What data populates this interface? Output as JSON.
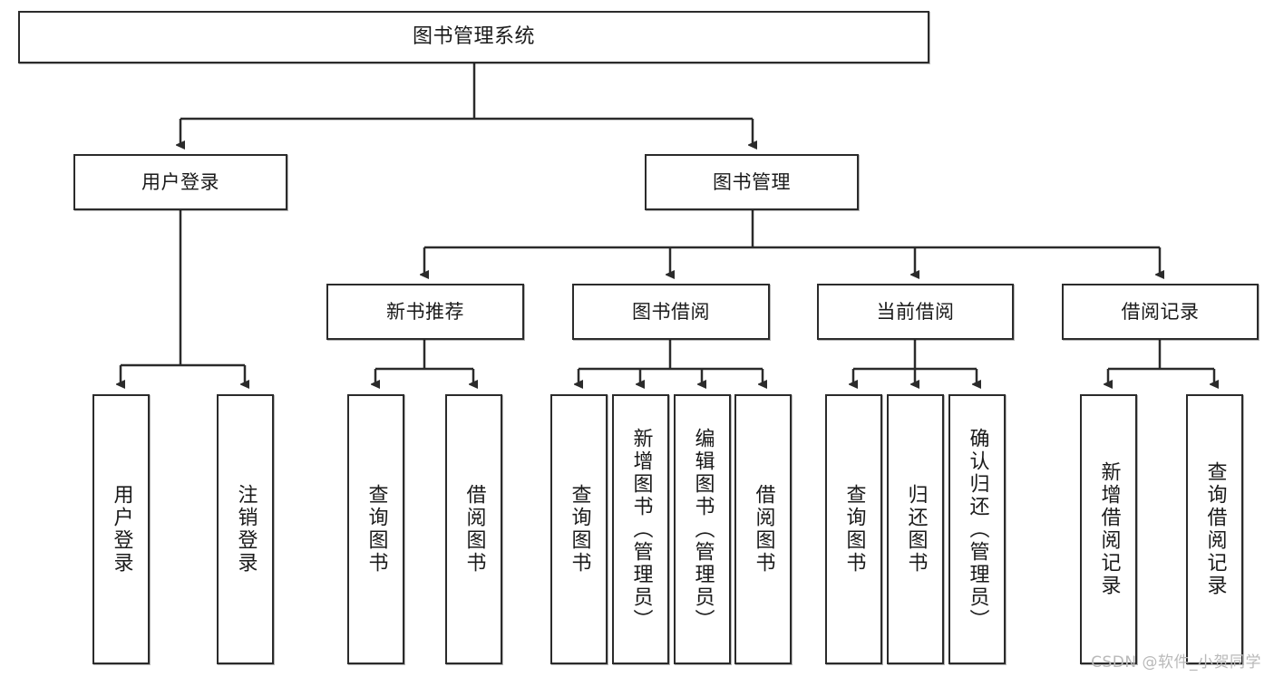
{
  "diagram": {
    "title": "图书管理系统",
    "type": "tree-hierarchy",
    "nodes": {
      "root": {
        "label": "图书管理系统"
      },
      "level2": [
        {
          "label": "用户登录"
        },
        {
          "label": "图书管理"
        }
      ],
      "level3": [
        {
          "label": "新书推荐"
        },
        {
          "label": "图书借阅"
        },
        {
          "label": "当前借阅"
        },
        {
          "label": "借阅记录"
        }
      ],
      "leaves_user_login": [
        {
          "label": "用户登录"
        },
        {
          "label": "注销登录"
        }
      ],
      "leaves_new_books": [
        {
          "label": "查询图书"
        },
        {
          "label": "借阅图书"
        }
      ],
      "leaves_borrow": [
        {
          "label": "查询图书"
        },
        {
          "label": "新增图书（管理员）"
        },
        {
          "label": "编辑图书（管理员）"
        },
        {
          "label": "借阅图书"
        }
      ],
      "leaves_current": [
        {
          "label": "查询图书"
        },
        {
          "label": "归还图书"
        },
        {
          "label": "确认归还（管理员）"
        }
      ],
      "leaves_records": [
        {
          "label": "新增借阅记录"
        },
        {
          "label": "查询借阅记录"
        }
      ]
    },
    "watermark": "CSDN @软件_小贺同学",
    "colors": {
      "stroke": "#2b2b2b",
      "fill": "#ffffff",
      "text": "#1a1a1a",
      "watermark": "#b9b9b9"
    }
  }
}
